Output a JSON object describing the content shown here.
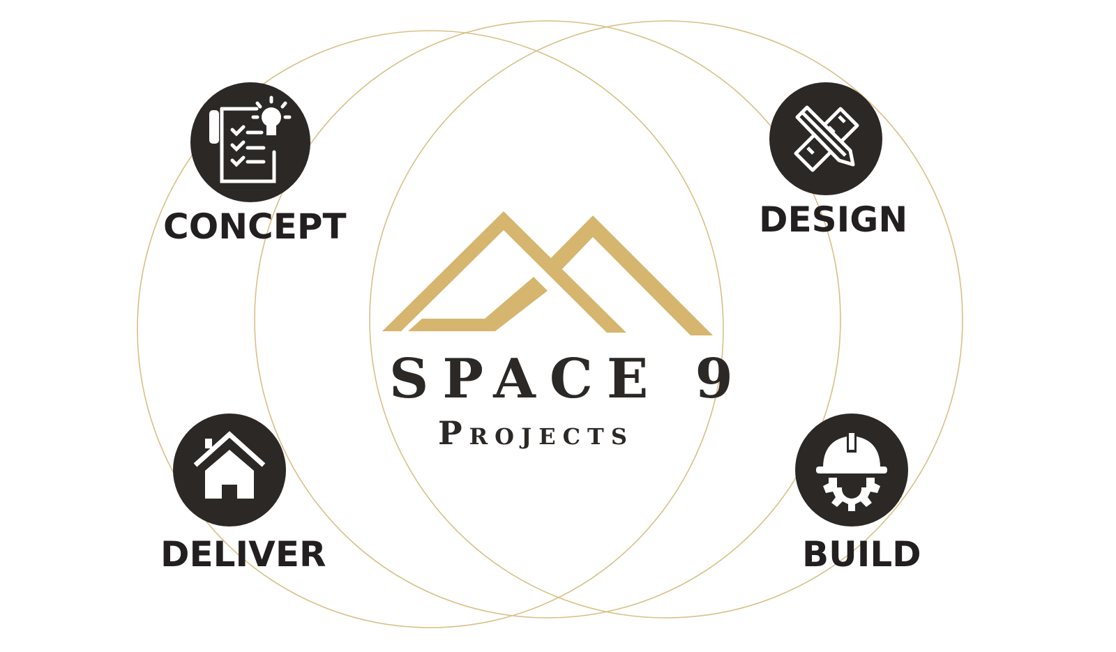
{
  "brand": {
    "title": "SPACE 9",
    "subtitle": "Projects",
    "accent_color": "#d6b56e",
    "text_color": "#2b2826"
  },
  "steps": [
    {
      "label": "CONCEPT",
      "icon": "concept-checklist-lightbulb-icon"
    },
    {
      "label": "DESIGN",
      "icon": "ruler-pencil-icon"
    },
    {
      "label": "DELIVER",
      "icon": "house-icon"
    },
    {
      "label": "BUILD",
      "icon": "hardhat-gear-icon"
    }
  ],
  "colors": {
    "circle_outline": "#d9bf86",
    "icon_badge": "#2b2826",
    "icon_glyph": "#ffffff",
    "label": "#231f20"
  }
}
